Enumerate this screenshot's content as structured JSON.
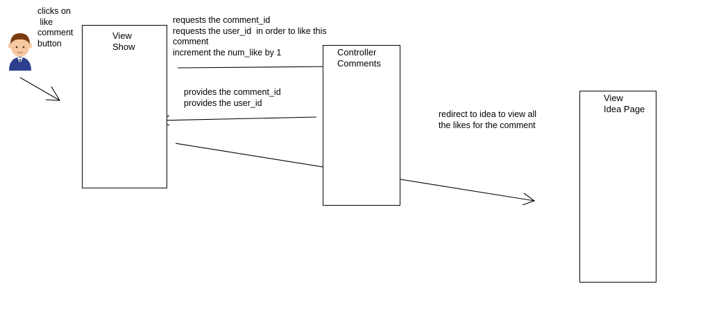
{
  "actor": {
    "icon": "user-icon",
    "label_lines": [
      "clicks on",
      " like",
      "comment",
      "button"
    ]
  },
  "nodes": {
    "view_show": {
      "lines": [
        "View",
        "Show"
      ]
    },
    "controller_comments": {
      "lines": [
        "Controller",
        "Comments"
      ]
    },
    "view_idea_page": {
      "lines": [
        "View",
        "Idea Page"
      ]
    }
  },
  "messages": {
    "requests": {
      "lines": [
        "requests the comment_id",
        "requests the user_id  in order to like this",
        "comment",
        "increment the num_like by 1"
      ]
    },
    "provides": {
      "lines": [
        "provides the comment_id",
        "provides the user_id"
      ]
    },
    "redirect": {
      "lines": [
        "redirect to idea to view all",
        "the likes for the comment"
      ]
    }
  },
  "colors": {
    "line": "#000000",
    "background": "#ffffff",
    "actor_hair": "#7a3b10",
    "actor_skin": "#f6c9a0",
    "actor_suit": "#2e3f8f"
  }
}
